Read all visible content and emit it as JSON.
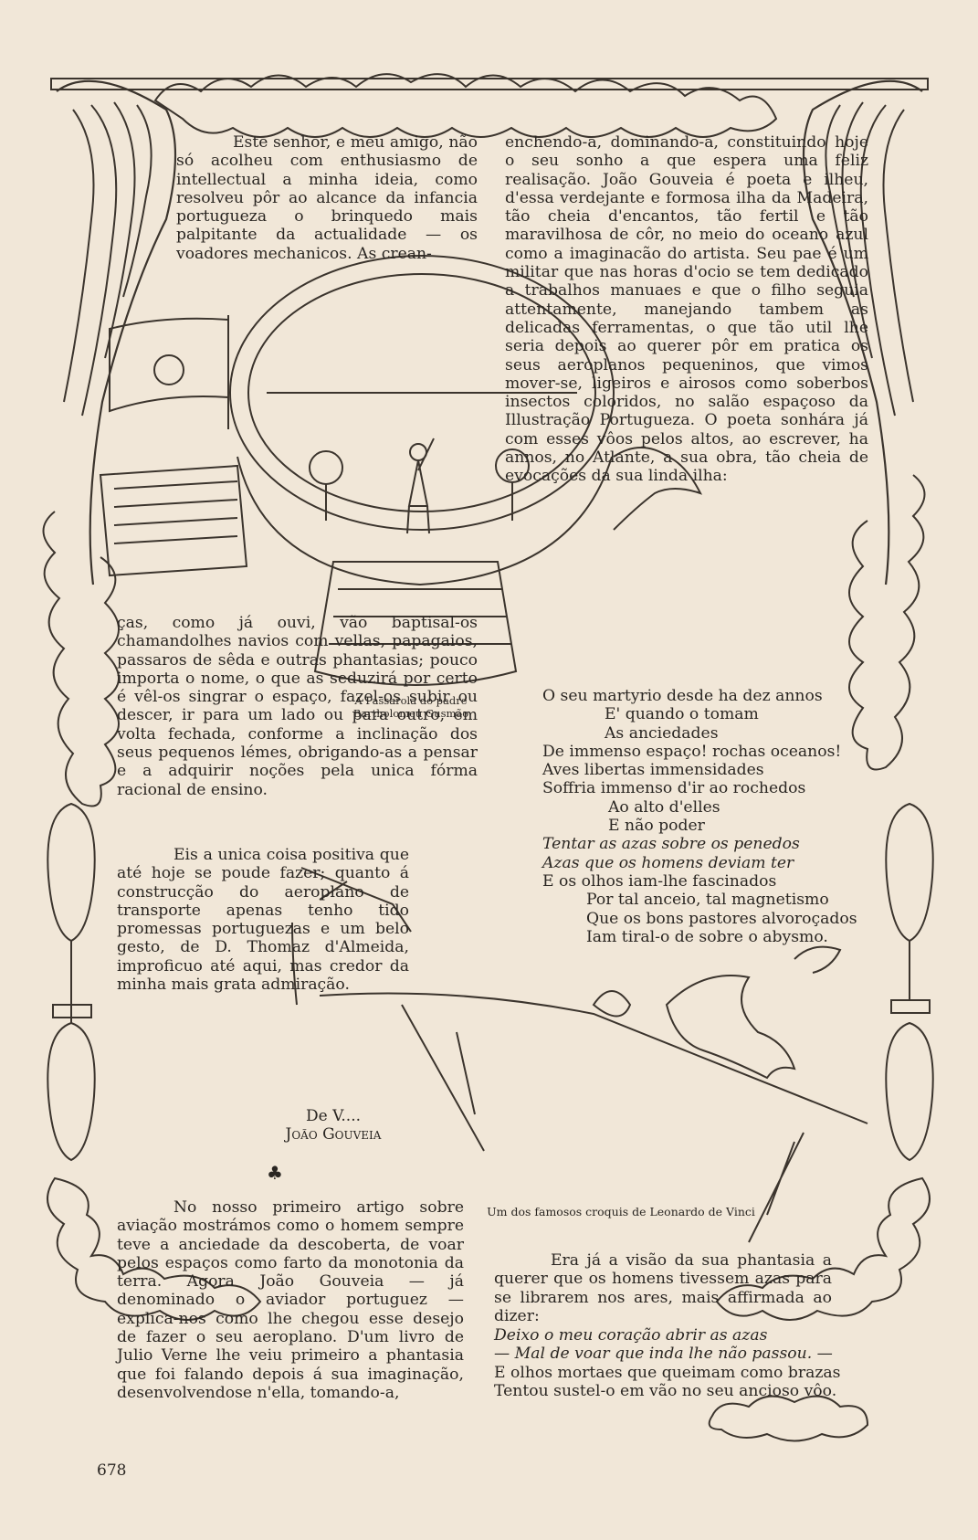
{
  "page_number": "678",
  "col_left_top": "Este senhor, e meu amigo, não só acolheu com enthusiasmo de intellectual a minha ideia, como resolveu pôr ao alcance da infancia portugueza o brinquedo mais palpitante da actualidade — os voadores mechanicos. As crean-",
  "col_left_mid": "ças, como já ouvi, vão baptisal-os chamandolhes navios com vellas, papagaios, passaros de sêda e outras phantasias; pouco importa o nome, o que as seduzirá por certo é vêl-os singrar o espaço, fazel-os subir ou descer, ir para um lado ou para outro, em volta fechada, conforme a inclinação dos seus pequenos lémes, obrigando-as a pensar e a adquirir noções pela unica fórma racional de ensino.",
  "col_left_low": "Eis a unica coisa positiva que até hoje se poude fazer; quanto á construcção do aeroplano de transporte apenas tenho tido promessas portuguezas e um belo gesto, de D. Thomaz d'Almeida, improficuo até aqui, mas credor da minha mais grata admiração.",
  "signature": {
    "line1": "De V....",
    "line2": "João Gouveia"
  },
  "club_mark": "♣",
  "col_left_bottom": "No nosso primeiro artigo sobre aviação mostrámos como o homem sempre teve a anciedade da descoberta, de voar pelos espaços como farto da monotonia da terra. Agora João Gouveia — já denominado o aviador portuguez — explica-nos como lhe chegou esse desejo de fazer o seu aeroplano. D'um livro de Julio Verne lhe veiu primeiro a phantasia que foi falando depois á sua imaginação, desenvolvendose n'ella, tomando-a,",
  "col_right_top": "enchendo-a, dominando-a, constituindo hoje o seu sonho a que espera uma feliz realisação. João Gouveia é poeta e ilheu, d'essa verdejante e formosa ilha da Madeira, tão cheia d'encantos, tão fertil e tão maravilhosa de côr, no meio do oceano azul como a imaginacão do artista. Seu pae é um militar que nas horas d'ocio se tem dedicado a trabalhos manuaes e que o filho seguia attentamente, manejando tambem as delicadas ferramentas, o que tão util lhe seria depois ao querer pôr em pratica os seus aeroplanos pequeninos, que vimos mover-se, ligeiros e airosos como soberbos insectos coloridos, no salão espaçoso da Illustração Portugueza. O poeta sonhára já com esses vôos pelos altos, ao escrever, ha annos, no Atlante, a sua obra, tão cheia de evocações da sua linda ilha:",
  "poem": [
    "O seu martyrio desde ha dez annos",
    "E' quando o tomam",
    "As anciedades",
    "De immenso espaço! rochas oceanos!",
    "Aves libertas immensidades",
    "Soffria immenso d'ir ao rochedos",
    "Ao alto d'elles",
    "E não poder",
    "Tentar as azas sobre os penedos",
    "Azas que os homens deviam ter",
    "E os olhos iam-lhe fascinados",
    "Por tal anceio, tal magnetismo",
    "Que os bons pastores alvoroçados",
    "Iam tiral-o de sobre o abysmo."
  ],
  "col_right_bottom_prose": "Era já a visão da sua phantasia a querer que os homens tivessem azas para se librarem nos ares, mais affirmada ao dizer:",
  "poem2": [
    "Deixo o meu coração abrir as azas",
    "— Mal de voar que inda lhe não passou. —",
    "E olhos mortaes que queimam como brazas",
    "Tentou sustel-o em vão no seu ancioso vôo."
  ],
  "caption_passarola": "A Passarola do padre Bartholomeu Gusmão",
  "caption_leonardo": "Um dos famosos croquis de Leonardo de Vinci"
}
